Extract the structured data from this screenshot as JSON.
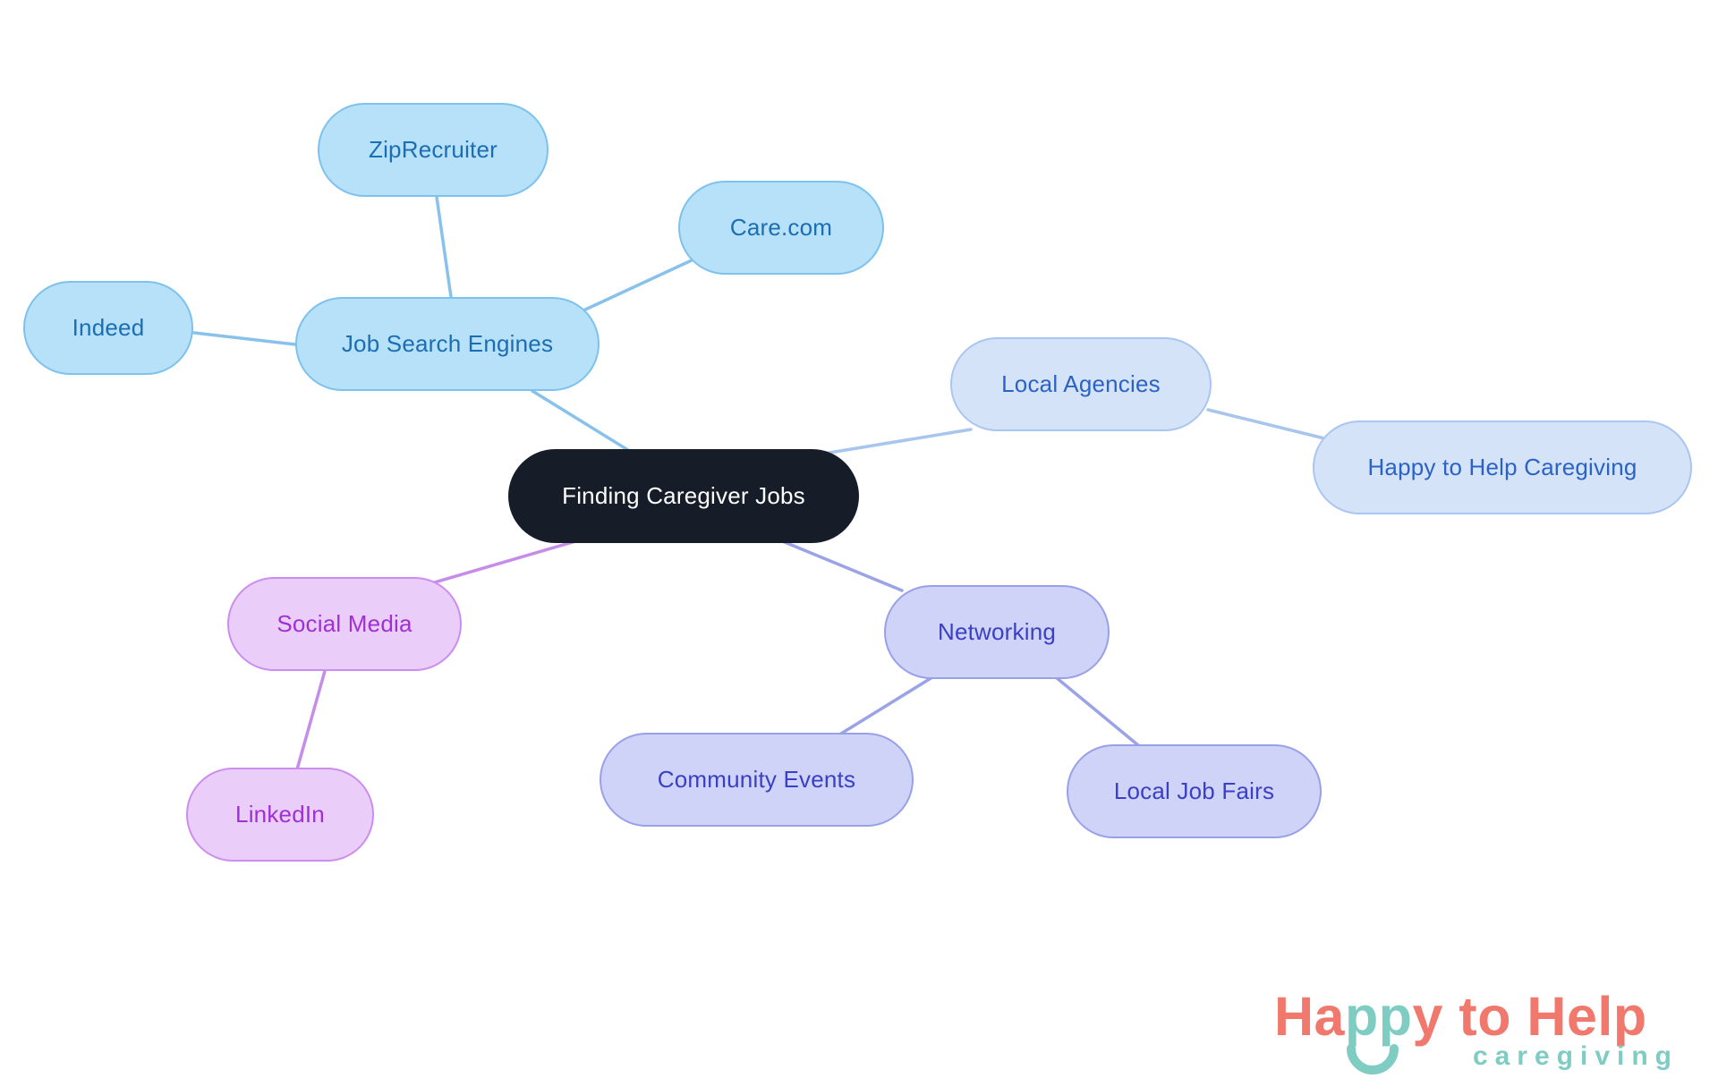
{
  "mindmap": {
    "root_label": "Finding Caregiver Jobs",
    "root_colors": {
      "fill": "#161d29",
      "text": "#ffffff"
    },
    "branches": [
      {
        "label": "Job Search Engines",
        "palette": "sky",
        "children": [
          {
            "label": "ZipRecruiter"
          },
          {
            "label": "Care.com"
          },
          {
            "label": "Indeed"
          }
        ]
      },
      {
        "label": "Local Agencies",
        "palette": "periblue",
        "children": [
          {
            "label": "Happy to Help Caregiving"
          }
        ]
      },
      {
        "label": "Social Media",
        "palette": "lilac",
        "children": [
          {
            "label": "LinkedIn"
          }
        ]
      },
      {
        "label": "Networking",
        "palette": "peripurple",
        "children": [
          {
            "label": "Community Events"
          },
          {
            "label": "Local Job Fairs"
          }
        ]
      }
    ],
    "palettes": {
      "sky": {
        "fill": "#b6e1f8",
        "border": "#7dc2ed",
        "text": "#1b6eb3",
        "line": "#88c2eb"
      },
      "periblue": {
        "fill": "#d5e3f8",
        "border": "#a9c6f0",
        "text": "#2a63c5",
        "line": "#a8c5ee"
      },
      "lilac": {
        "fill": "#ebcdf9",
        "border": "#cb8def",
        "text": "#9e30d4",
        "line": "#c68ce9"
      },
      "peripurple": {
        "fill": "#ced3f7",
        "border": "#98a1e8",
        "text": "#3b3fc6",
        "line": "#9ba3e7"
      }
    }
  },
  "logo": {
    "part1": "Ha",
    "part2": "pp",
    "part3": "y to Help",
    "subtitle": "caregiving",
    "coral": "#f0786c",
    "teal": "#7fccc3"
  }
}
